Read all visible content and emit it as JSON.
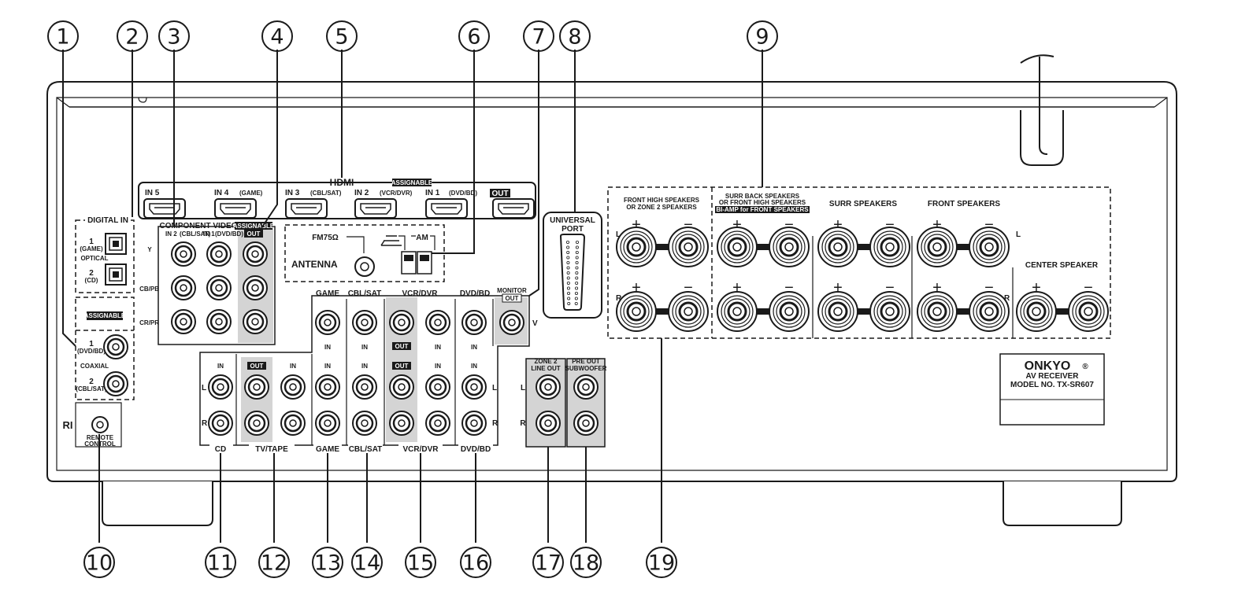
{
  "callouts": [
    "1",
    "2",
    "3",
    "4",
    "5",
    "6",
    "7",
    "8",
    "9",
    "10",
    "11",
    "12",
    "13",
    "14",
    "15",
    "16",
    "17",
    "18",
    "19"
  ],
  "hdmi": {
    "title": "HDMI",
    "assignable": "ASSIGNABLE",
    "in5": "IN 5",
    "in4": "IN 4",
    "in4_sub": "(GAME)",
    "in3": "IN 3",
    "in3_sub": "(CBL/SAT)",
    "in2": "IN 2",
    "in2_sub": "(VCR/DVR)",
    "in1": "IN 1",
    "in1_sub": "(DVD/BD)",
    "out": "OUT"
  },
  "digital_in": {
    "title": "DIGITAL IN",
    "opt1": "1",
    "opt1_sub": "(GAME)",
    "optical": "OPTICAL",
    "opt2": "2",
    "opt2_sub": "(CD)",
    "assignable": "ASSIGNABLE",
    "coax1": "1",
    "coax1_sub": "(DVD/BD)",
    "coaxial": "COAXIAL",
    "coax2": "2",
    "coax2_sub": "(CBL/SAT)"
  },
  "remote": {
    "ri": "RI",
    "label1": "REMOTE",
    "label2": "CONTROL"
  },
  "component": {
    "title": "COMPONENT VIDEO",
    "assignable": "ASSIGNABLE",
    "in2": "IN 2",
    "in2_sub": "(CBL/SAT)",
    "in1": "IN 1",
    "in1_sub": "(DVD/BD)",
    "out": "OUT",
    "y": "Y",
    "cb": "CB/PB",
    "cr": "CR/PR"
  },
  "antenna": {
    "fm": "FM75Ω",
    "am": "AM",
    "label": "ANTENNA"
  },
  "video_row": {
    "game": "GAME",
    "cbl": "CBL/SAT",
    "vcr": "VCR/DVR",
    "dvd": "DVD/BD",
    "monitor": "MONITOR",
    "monitor_out": "OUT",
    "v": "V",
    "in": "IN",
    "out": "OUT"
  },
  "audio_row": {
    "in": "IN",
    "out": "OUT",
    "l": "L",
    "r": "R",
    "cd": "CD",
    "tvtape": "TV/TAPE",
    "game": "GAME",
    "cbl": "CBL/SAT",
    "vcr": "VCR/DVR",
    "dvd": "DVD/BD"
  },
  "zone2": {
    "title1": "ZONE 2",
    "title2": "LINE OUT",
    "l": "L",
    "r": "R"
  },
  "preout": {
    "title1": "PRE OUT",
    "title2": "SUBWOOFER"
  },
  "universal": {
    "line1": "UNIVERSAL",
    "line2": "PORT"
  },
  "speakers": {
    "front_high1": "FRONT HIGH SPEAKERS",
    "front_high2": "OR ZONE 2 SPEAKERS",
    "surr_back1": "SURR BACK SPEAKERS",
    "surr_back2": "OR FRONT HIGH SPEAKERS",
    "surr_back3": "BI-AMP for FRONT SPEAKERS",
    "surr": "SURR SPEAKERS",
    "front": "FRONT SPEAKERS",
    "center": "CENTER SPEAKER",
    "plus": "+",
    "minus": "−",
    "l": "L",
    "r": "R"
  },
  "brand": {
    "logo": "ONKYO",
    "reg": "®",
    "line1": "AV RECEIVER",
    "line2": "MODEL NO. TX-SR607"
  }
}
